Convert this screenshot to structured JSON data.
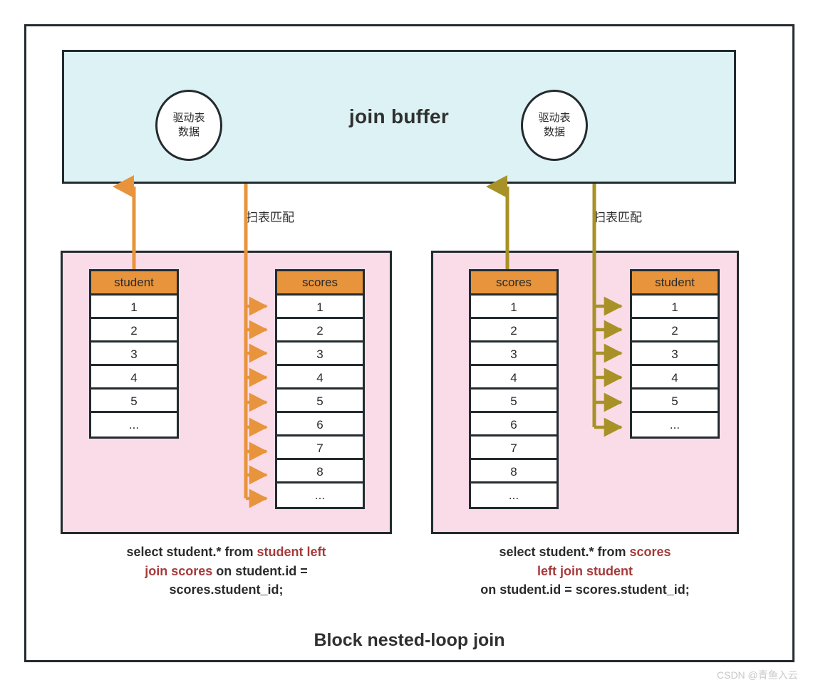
{
  "diagram": {
    "title": "Block nested-loop join",
    "watermark": "CSDN @青鱼入云"
  },
  "buffer": {
    "title": "join buffer",
    "bg_color": "#ddf2f4",
    "ellipse_left": {
      "line1": "驱动表",
      "line2": "数据"
    },
    "ellipse_right": {
      "line1": "驱动表",
      "line2": "数据"
    }
  },
  "scan_labels": {
    "left": "扫表匹配",
    "right": "扫表匹配"
  },
  "panels": [
    {
      "id": "left",
      "bg_color": "#fadce9",
      "arrow_color": "#e8943c",
      "driving_table": {
        "name": "student",
        "rows": [
          "1",
          "2",
          "3",
          "4",
          "5",
          "..."
        ]
      },
      "probed_table": {
        "name": "scores",
        "rows": [
          "1",
          "2",
          "3",
          "4",
          "5",
          "6",
          "7",
          "8",
          "..."
        ]
      },
      "sql": {
        "line1_plain": "select student.* from ",
        "line1_kw": "student left",
        "line2_kw": "join scores",
        "line2_plain": " on student.id =",
        "line3_plain": "scores.student_id;"
      }
    },
    {
      "id": "right",
      "bg_color": "#fadce9",
      "arrow_color": "#a89227",
      "driving_table": {
        "name": "scores",
        "rows": [
          "1",
          "2",
          "3",
          "4",
          "5",
          "6",
          "7",
          "8",
          "..."
        ]
      },
      "probed_table": {
        "name": "student",
        "rows": [
          "1",
          "2",
          "3",
          "4",
          "5",
          "..."
        ]
      },
      "sql": {
        "line1_plain": "select student.* from ",
        "line1_kw": "scores",
        "line2_kw": "left join student",
        "line3_plain": "on student.id = scores.student_id;"
      }
    }
  ],
  "colors": {
    "frame": "#232b2f",
    "table_header": "#e8943c",
    "panel_pink": "#fadce9",
    "buffer_cyan": "#ddf2f4",
    "sql_keyword": "#a63a3a",
    "arrow_orange": "#e8943c",
    "arrow_olive": "#a89227"
  }
}
